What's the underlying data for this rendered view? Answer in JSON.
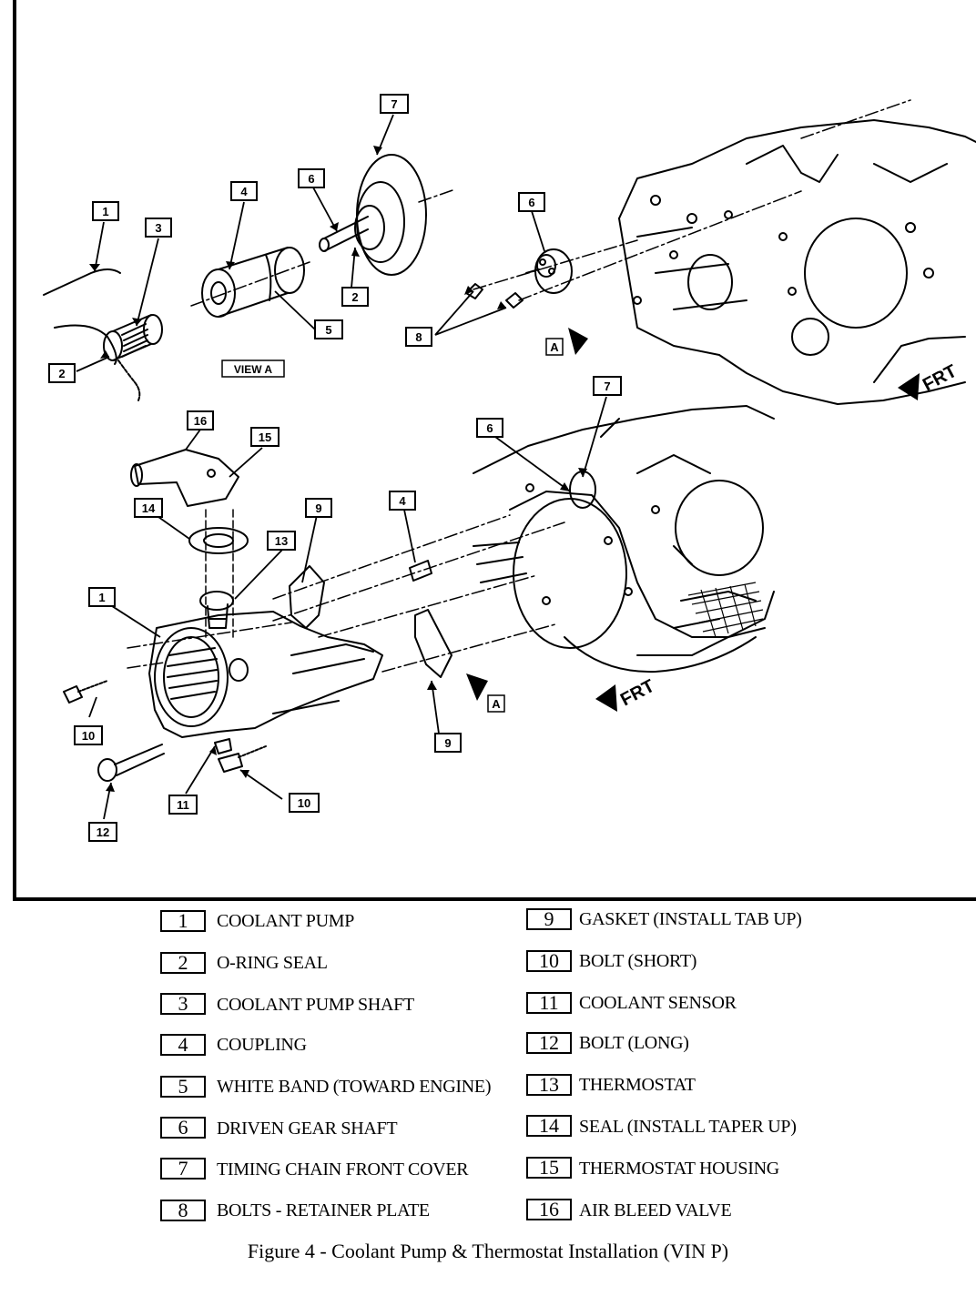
{
  "diagram": {
    "view_label": "VIEW A",
    "view_marker": "A",
    "front_label": "FRT",
    "callouts": [
      {
        "id": "c1a",
        "num": "1"
      },
      {
        "id": "c2a",
        "num": "2"
      },
      {
        "id": "c2b",
        "num": "2"
      },
      {
        "id": "c3",
        "num": "3"
      },
      {
        "id": "c4a",
        "num": "4"
      },
      {
        "id": "c5",
        "num": "5"
      },
      {
        "id": "c6a",
        "num": "6"
      },
      {
        "id": "c6b",
        "num": "6"
      },
      {
        "id": "c7a",
        "num": "7"
      },
      {
        "id": "c8",
        "num": "8"
      },
      {
        "id": "c7b",
        "num": "7"
      },
      {
        "id": "c6c",
        "num": "6"
      },
      {
        "id": "c16",
        "num": "16"
      },
      {
        "id": "c15",
        "num": "15"
      },
      {
        "id": "c14",
        "num": "14"
      },
      {
        "id": "c9a",
        "num": "9"
      },
      {
        "id": "c4b",
        "num": "4"
      },
      {
        "id": "c13",
        "num": "13"
      },
      {
        "id": "c1b",
        "num": "1"
      },
      {
        "id": "c10a",
        "num": "10"
      },
      {
        "id": "c9b",
        "num": "9"
      },
      {
        "id": "c11",
        "num": "11"
      },
      {
        "id": "c10b",
        "num": "10"
      },
      {
        "id": "c12",
        "num": "12"
      }
    ]
  },
  "legend": {
    "left": [
      {
        "num": "1",
        "label": "COOLANT PUMP"
      },
      {
        "num": "2",
        "label": "O-RING SEAL"
      },
      {
        "num": "3",
        "label": "COOLANT PUMP SHAFT"
      },
      {
        "num": "4",
        "label": "COUPLING"
      },
      {
        "num": "5",
        "label": "WHITE BAND (TOWARD ENGINE)"
      },
      {
        "num": "6",
        "label": "DRIVEN GEAR SHAFT"
      },
      {
        "num": "7",
        "label": "TIMING CHAIN FRONT COVER"
      },
      {
        "num": "8",
        "label": "BOLTS - RETAINER PLATE"
      }
    ],
    "right": [
      {
        "num": "9",
        "label": "GASKET (INSTALL TAB UP)"
      },
      {
        "num": "10",
        "label": "BOLT (SHORT)"
      },
      {
        "num": "11",
        "label": "COOLANT SENSOR"
      },
      {
        "num": "12",
        "label": "BOLT (LONG)"
      },
      {
        "num": "13",
        "label": "THERMOSTAT"
      },
      {
        "num": "14",
        "label": "SEAL (INSTALL TAPER UP)"
      },
      {
        "num": "15",
        "label": "THERMOSTAT HOUSING"
      },
      {
        "num": "16",
        "label": "AIR BLEED VALVE"
      }
    ]
  },
  "caption": "Figure 4 - Coolant Pump & Thermostat Installation (VIN P)"
}
